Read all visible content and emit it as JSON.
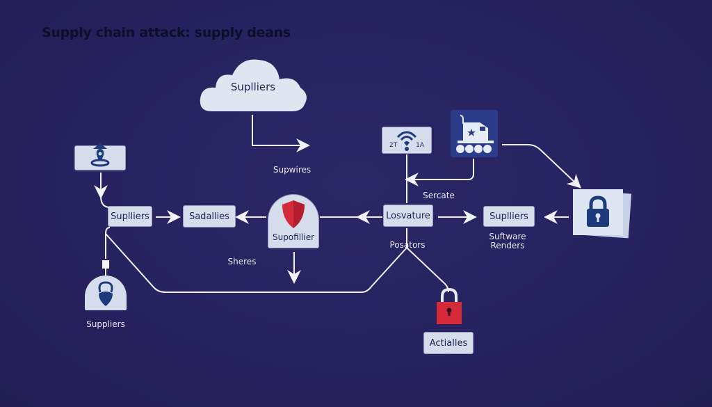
{
  "title": "Supply chain attack: supply deans",
  "cloud": {
    "label": "Suplliers",
    "icon": "cloud-icon"
  },
  "labels": {
    "supwires": "Supwires",
    "sercate": "Sercate",
    "posators": "Posators",
    "sheres": "Sheres",
    "software_renders_line1": "Suftware",
    "software_renders_line2": "Renders",
    "bottom_suppliers": "Suppliers"
  },
  "nodes": {
    "left_suppliers": "Suplliers",
    "sadallies": "Sadallies",
    "supofillier": "Supofillier",
    "losvature": "Losvature",
    "right_suppliers": "Suplliers",
    "actialles": "Actialles"
  },
  "wifi_node": {
    "left_text": "2T",
    "right_text": "1A",
    "icon": "wifi-icon"
  },
  "icons": {
    "location": "location-pin-icon",
    "truck": "truck-icon",
    "lock_document": "lock-icon",
    "shield": "shield-icon",
    "padlock_red": "padlock-icon",
    "bottom_lock": "lock-icon"
  },
  "colors": {
    "background": "#272260",
    "node_fill": "#d5dcec",
    "node_text": "#1d2452",
    "icon_blue": "#1f3a7a",
    "danger_red": "#d42a3a",
    "line": "#f0f2f8"
  }
}
